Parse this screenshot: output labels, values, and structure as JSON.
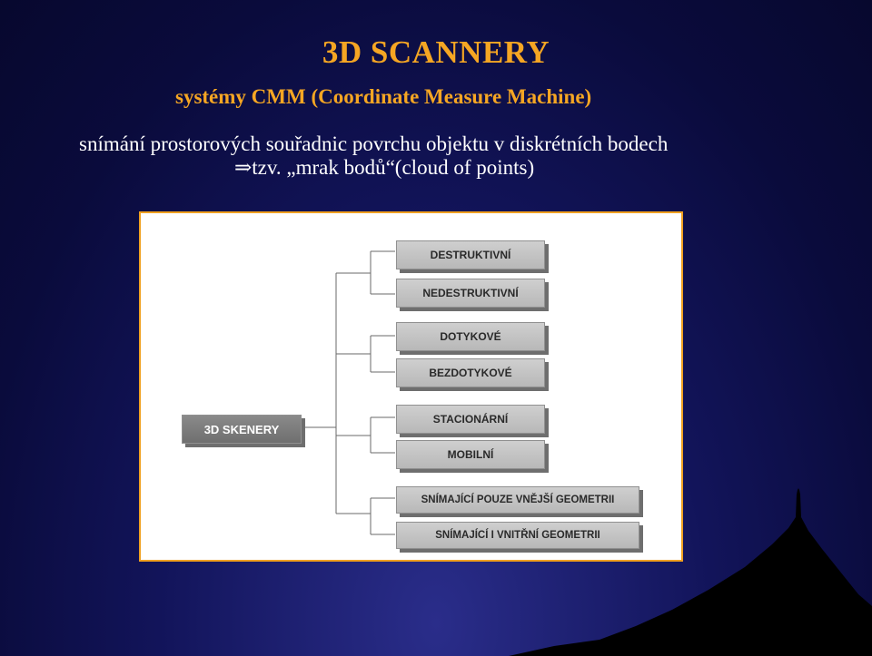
{
  "slide": {
    "title": "3D SCANNERY",
    "subtitle": "systémy CMM (Coordinate Measure Machine)",
    "line1": "snímání prostorových souřadnic povrchu objektu v diskrétních bodech",
    "line2_arrow": "⇒",
    "line2_text": "tzv. „mrak bodů“(cloud of points)"
  },
  "diagram": {
    "root": "3D SKENERY",
    "groups": [
      {
        "items": [
          "DESTRUKTIVNÍ",
          "NEDESTRUKTIVNÍ"
        ]
      },
      {
        "items": [
          "DOTYKOVÉ",
          "BEZDOTYKOVÉ"
        ]
      },
      {
        "items": [
          "STACIONÁRNÍ",
          "MOBILNÍ"
        ]
      },
      {
        "items": [
          "SNÍMAJÍCÍ POUZE VNĚJŠÍ GEOMETRII",
          "SNÍMAJÍCÍ I VNITŘNÍ GEOMETRII"
        ]
      }
    ]
  },
  "colors": {
    "background": "#0a0b3c",
    "title": "#f5a623",
    "text": "#ffffff",
    "diagram_border": "#f0a020"
  }
}
